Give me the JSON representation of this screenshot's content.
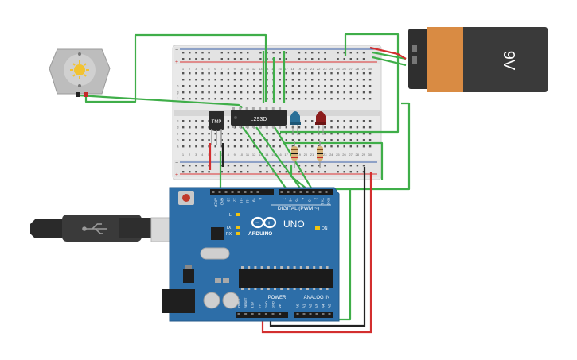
{
  "battery": {
    "label": "9V",
    "body_color": "#d98b43",
    "cap_color": "#2f2f2f"
  },
  "chip": {
    "label": "L293D"
  },
  "sensor": {
    "label": "TMP"
  },
  "arduino": {
    "logo_text": "ARDUINO",
    "model": "UNO",
    "digital_header": "DIGITAL (PWM ~)",
    "power_header": "POWER",
    "analog_header": "ANALOG IN",
    "on_label": "ON",
    "l_label": "L",
    "tx_label": "TX",
    "rx_label": "RX",
    "digital_pins": [
      "AREF",
      "GND",
      "13",
      "12",
      "~11",
      "~10",
      "~9",
      "8",
      "7",
      "~6",
      "~5",
      "4",
      "~3",
      "2",
      "TX 1",
      "RX 0"
    ],
    "power_pins": [
      "IOREF",
      "RESET",
      "3.3V",
      "5V",
      "GND",
      "GND",
      "Vin"
    ],
    "analog_pins": [
      "A0",
      "A1",
      "A2",
      "A3",
      "A4",
      "A5"
    ],
    "board_color": "#2d6ea8"
  },
  "breadboard": {
    "row_letters_top": [
      "j",
      "i",
      "h",
      "g",
      "f"
    ],
    "row_letters_bottom": [
      "e",
      "d",
      "c",
      "b",
      "a"
    ],
    "columns": [
      "1",
      "2",
      "3",
      "4",
      "5",
      "6",
      "7",
      "8",
      "9",
      "10",
      "11",
      "12",
      "13",
      "14",
      "15",
      "16",
      "17",
      "18",
      "19",
      "20",
      "21",
      "22",
      "23",
      "24",
      "25",
      "26",
      "27",
      "28",
      "29",
      "30"
    ],
    "rail_minus": "−",
    "rail_plus": "+"
  },
  "leds": [
    {
      "name": "blue-led",
      "color": "#2a6f97"
    },
    {
      "name": "red-led",
      "color": "#8c1c1c"
    }
  ],
  "wire_colors": {
    "green": "#3fae49",
    "red": "#d32f2f",
    "black": "#222222"
  }
}
